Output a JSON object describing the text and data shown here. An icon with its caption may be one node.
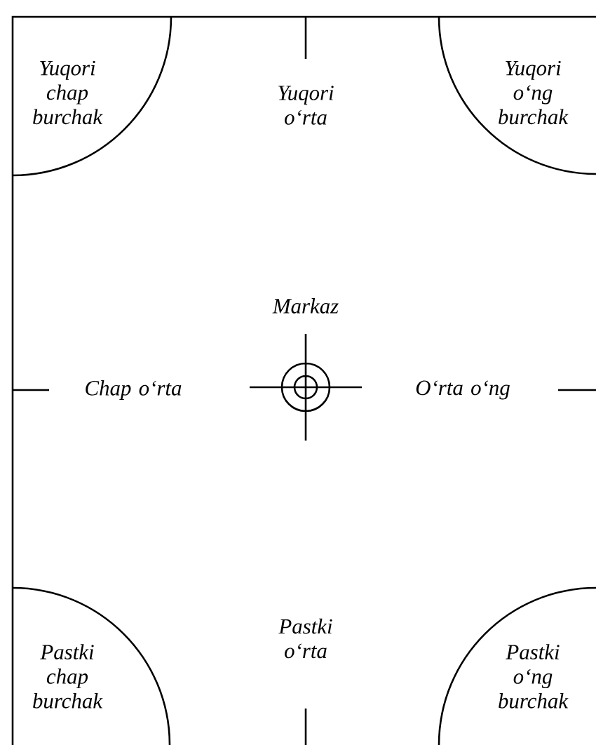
{
  "diagram": {
    "nodes": [
      {
        "text": [
          "Yuqori chap burchak"
        ]
      },
      {
        "text": [
          "Yuqori o‘ng burchak"
        ]
      },
      {
        "text": [
          "Pastki chap burchak"
        ]
      },
      {
        "text": [
          "Pastki o‘ng burchak"
        ]
      }
    ],
    "labels": [
      "Yuqori o‘rta",
      "Markaz",
      "Chap o‘rta",
      "O‘rta o‘ng",
      "Pastki o‘rta"
    ]
  }
}
